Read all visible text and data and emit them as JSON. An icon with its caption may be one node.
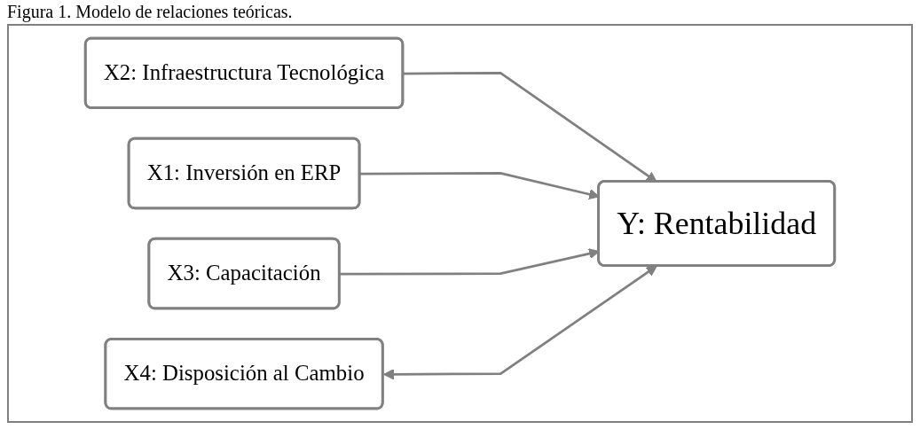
{
  "diagram": {
    "title": "Figura 1. Modelo de relaciones teóricas.",
    "nodes": [
      {
        "text": [
          "X2: Infraestructura Tecnológica"
        ]
      },
      {
        "text": [
          "X1: Inversión en ERP"
        ]
      },
      {
        "text": [
          "X3: Capacitación"
        ]
      },
      {
        "text": [
          "X4: Disposición al Cambio"
        ]
      },
      {
        "text": [
          "Y: Rentabilidad"
        ]
      }
    ],
    "edges": [
      {
        "from": 0,
        "to": 4,
        "arrow": "to"
      },
      {
        "from": 1,
        "to": 4,
        "arrow": "to"
      },
      {
        "from": 2,
        "to": 4,
        "arrow": "to"
      },
      {
        "from": 3,
        "to": 4,
        "arrow": "both"
      }
    ]
  }
}
